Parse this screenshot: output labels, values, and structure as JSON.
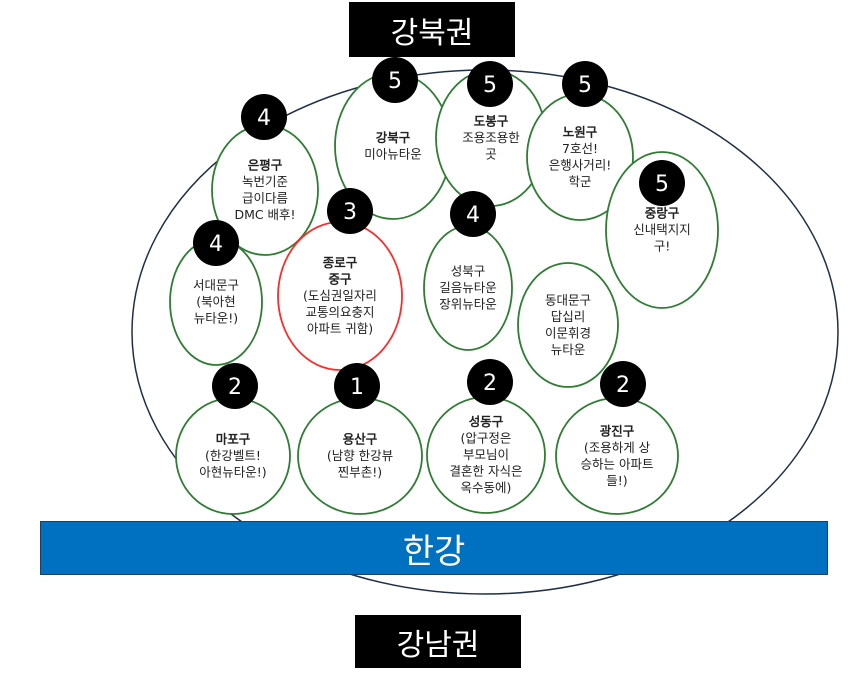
{
  "regions": {
    "north": "강북권",
    "south": "강남권",
    "river": "한강"
  },
  "colors": {
    "normal_border": "#2e7d32",
    "highlight_border": "#ff2a2a",
    "river": "#0070c0",
    "outline": "#1f2f45"
  },
  "districts": [
    {
      "score": "5",
      "title": [
        "강북구"
      ],
      "desc": [
        "미아뉴타운"
      ]
    },
    {
      "score": "5",
      "title": [
        "도봉구"
      ],
      "desc": [
        "조용조용한",
        "곳"
      ]
    },
    {
      "score": "5",
      "title": [
        "노원구"
      ],
      "desc": [
        "7호선!",
        "은행사거리!",
        "학군"
      ]
    },
    {
      "score": "4",
      "title": [
        "은평구"
      ],
      "desc": [
        "녹번기준",
        "급이다름",
        "DMC 배후!"
      ]
    },
    {
      "score": "5",
      "title": [
        "중랑구"
      ],
      "desc": [
        "신내택지지",
        "구!"
      ]
    },
    {
      "score": "4",
      "title": [],
      "desc": [
        "서대문구",
        "(북아현",
        "뉴타운!)"
      ]
    },
    {
      "score": "3",
      "title": [
        "종로구",
        "중구"
      ],
      "desc": [
        "(도심권일자리",
        "교통의요충지",
        "아파트 귀함)"
      ],
      "highlight": true
    },
    {
      "score": "4",
      "title": [],
      "desc": [
        "성북구",
        "길음뉴타운",
        "장위뉴타운"
      ]
    },
    {
      "score": "",
      "title": [],
      "desc": [
        "동대문구",
        "답십리",
        "이문휘경",
        "뉴타운"
      ]
    },
    {
      "score": "2",
      "title": [
        "마포구"
      ],
      "desc": [
        "(한강벨트!",
        "아현뉴타운!)"
      ]
    },
    {
      "score": "1",
      "title": [
        "용산구"
      ],
      "desc": [
        "(남향 한강뷰",
        "찐부촌!)"
      ]
    },
    {
      "score": "2",
      "title": [
        "성동구"
      ],
      "desc": [
        "(압구정은",
        "부모님이",
        "결혼한 자식은",
        "옥수동에)"
      ]
    },
    {
      "score": "2",
      "title": [
        "광진구"
      ],
      "desc": [
        "(조용하게 상",
        "승하는 아파트",
        "들!)"
      ]
    }
  ]
}
